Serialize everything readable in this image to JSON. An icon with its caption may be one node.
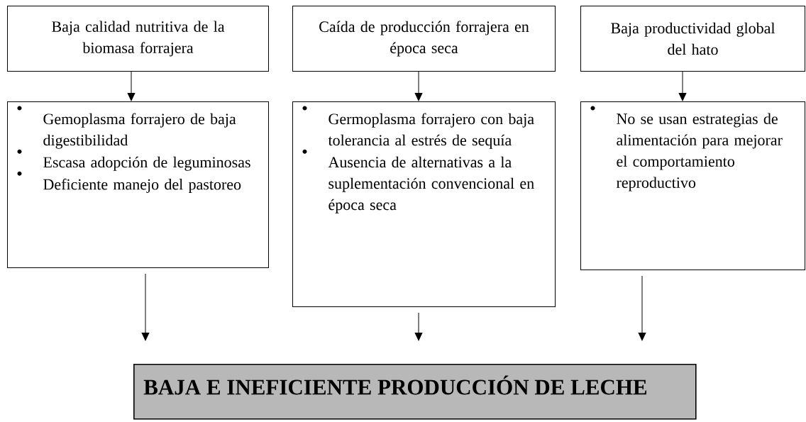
{
  "diagram": {
    "nodes": [
      {
        "text": [
          "Baja calidad nutritiva de la biomasa forrajera"
        ]
      },
      {
        "text": [
          "Caída de producción forrajera en época seca"
        ]
      },
      {
        "text": [
          "Baja  productividad global del hato"
        ]
      },
      {
        "text": [
          "Gemoplasma forrajero de baja digestibilidad",
          "Escasa adopción de leguminosas",
          "Deficiente manejo del pastoreo"
        ]
      },
      {
        "text": [
          "Germoplasma forrajero con baja tolerancia al estrés de sequía",
          "Ausencia de alternativas a la suplementación convencional en época seca"
        ]
      },
      {
        "text": [
          "No se usan estrategias de alimentación para mejorar el comportamiento reproductivo"
        ]
      },
      {
        "text": [
          "BAJA E INEFICIENTE PRODUCCIÓN DE LECHE"
        ]
      }
    ],
    "edges": [
      {
        "from": 0,
        "to": 3,
        "arrow": "to"
      },
      {
        "from": 1,
        "to": 4,
        "arrow": "to"
      },
      {
        "from": 2,
        "to": 5,
        "arrow": "to"
      },
      {
        "from": 3,
        "to": 6,
        "arrow": "to"
      },
      {
        "from": 4,
        "to": 6,
        "arrow": "to"
      },
      {
        "from": 5,
        "to": 6,
        "arrow": "to"
      }
    ]
  }
}
